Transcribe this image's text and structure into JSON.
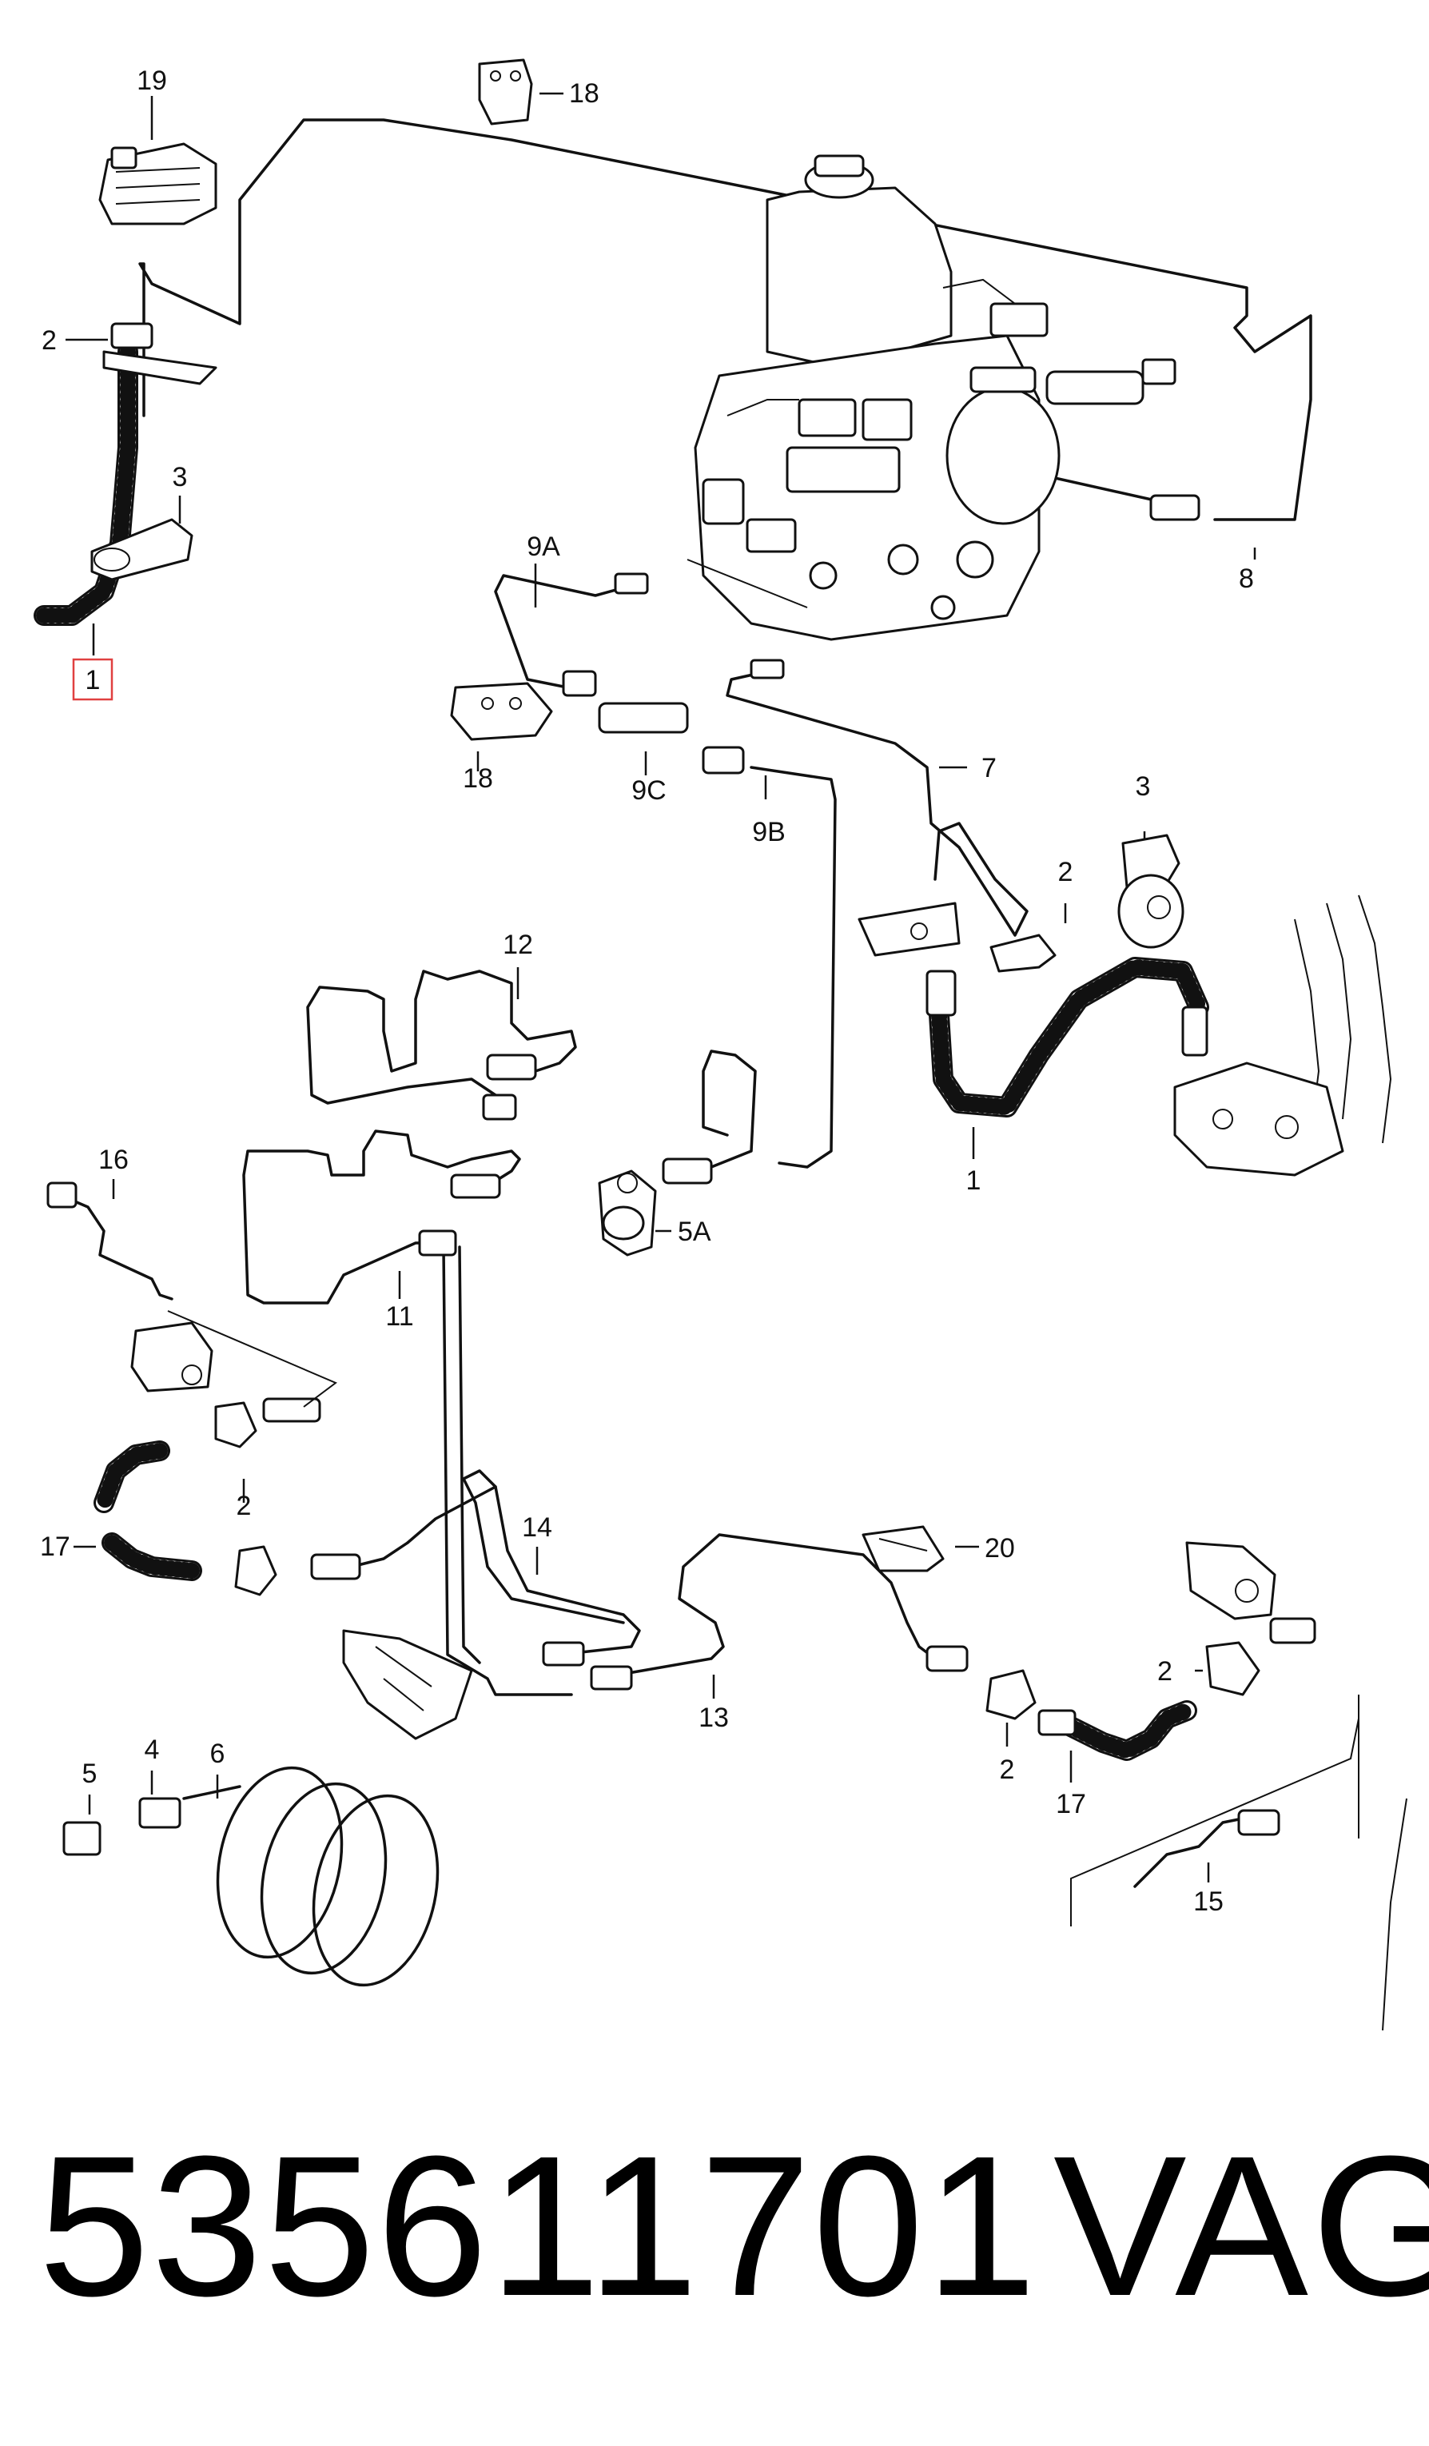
{
  "callouts": {
    "c1_highlight": "1",
    "c19": "19",
    "c18_top": "18",
    "c2_left": "2",
    "c3_left": "3",
    "c9a": "9A",
    "c8": "8",
    "c18_mid": "18",
    "c9c": "9C",
    "c9b": "9B",
    "c7": "7",
    "c3_right": "3",
    "c2_right": "2",
    "c1_right": "1",
    "c12": "12",
    "c16": "16",
    "c5a": "5A",
    "c11": "11",
    "c2_mid": "2",
    "c17_left": "17",
    "c14": "14",
    "c20": "20",
    "c2_lowright": "2",
    "c13": "13",
    "c2_bottom": "2",
    "c17_right": "17",
    "c5": "5",
    "c4": "4",
    "c6": "6",
    "c15": "15"
  },
  "footer": {
    "part_number": "535611701",
    "brand": "VAG"
  },
  "colors": {
    "line": "#111111",
    "highlight": "#e04040",
    "background": "#ffffff"
  }
}
